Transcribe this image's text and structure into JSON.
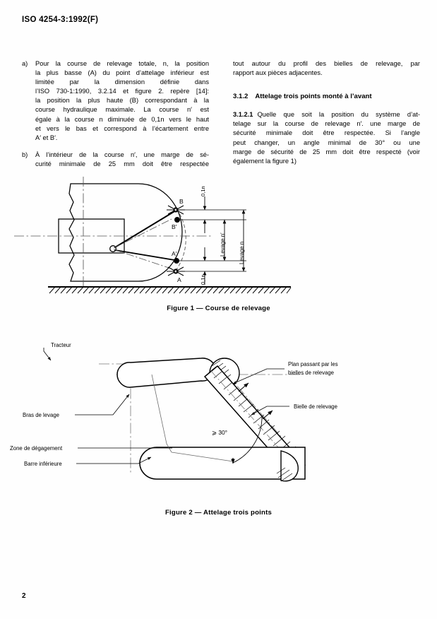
{
  "header": {
    "standard_ref": "ISO 4254-3:1992(F)"
  },
  "footer": {
    "page_number": "2"
  },
  "left_column": {
    "items": [
      {
        "marker": "a)",
        "lines": [
          "Pour la course de relevage totale, n, la position",
          "la plus basse (A) du point d’attelage inférieur est",
          "limitée par la dimension définie dans",
          "l’ISO 730-1:1990, 3.2.14 et figure 2. repère [14]:",
          "la position la plus haute (B) correspondant à la",
          "course hydraulique maximale. La course n′ est",
          "égale à la course n diminuée de 0,1n vers le haut",
          "et vers le bas et correspond à l’écartement entre",
          "A′ et B′."
        ]
      },
      {
        "marker": "b)",
        "lines": [
          "À l’intérieur de la course n′, une marge de sé-",
          "curité minimale de 25 mm doit être respectée"
        ]
      }
    ]
  },
  "right_column": {
    "intro_lines": [
      "tout autour du profil des bielles de relevage, par",
      "rapport aux pièces adjacentes."
    ],
    "section": {
      "number": "3.1.2",
      "title": "Attelage trois points monté à l’avant"
    },
    "clause": {
      "number": "3.1.2.1",
      "lines": [
        "Quelle que soit la position du système d’at-",
        "telage sur la course de relevage n′. une marge de",
        "sécurité minimale doit être respectée. Si l’angle",
        "peut changer, un angle minimal de 30° ou une",
        "marge de sécurité de 25 mm doit être respecté (voir",
        "également la figure 1)"
      ]
    }
  },
  "figure_1": {
    "caption": "Figure  1  —  Course de relevage",
    "labels": {
      "point_b": "B",
      "point_b_prime": "B′",
      "point_a_prime": "A′",
      "point_a": "A",
      "dim_upper": "0,1n",
      "dim_lower": "0,1n",
      "dim_levage_prime": "Levage n′",
      "dim_levage": "Levage n"
    }
  },
  "figure_2": {
    "caption": "Figure  2  —  Attelage trois points",
    "labels": {
      "tracteur": "Tracteur",
      "bras_de_levage": "Bras de levage",
      "zone_de_degagement": "Zone de dégagement",
      "plan_passant_line1": "Plan passant par les",
      "plan_passant_line2": "bielles de relevage",
      "bielle_de_relevage": "Bielle de relevage",
      "barre_inferieure": "Barre inférieure",
      "angle": "⩾ 30°"
    }
  }
}
